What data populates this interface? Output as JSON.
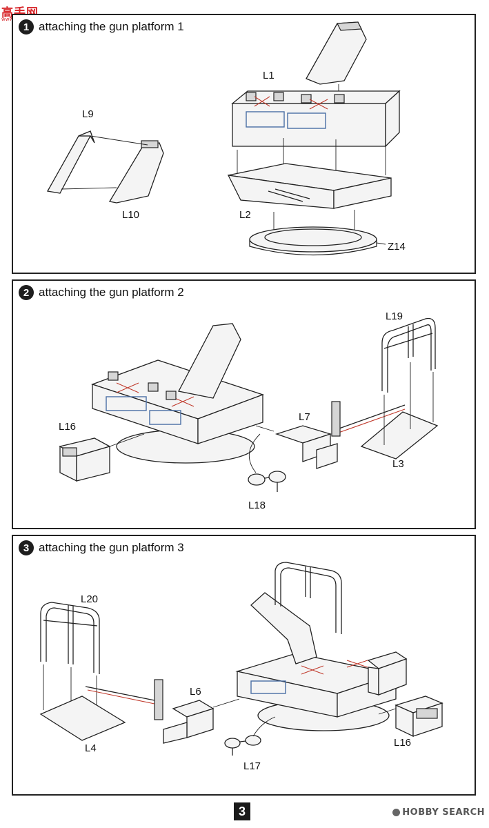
{
  "header": {
    "logo_text": "高手网",
    "logo_url": "www.hobbyshoper.com"
  },
  "steps": [
    {
      "number": "1",
      "title": "attaching the gun platform 1",
      "labels": {
        "a": "L1",
        "b": "L9",
        "c": "L10",
        "d": "L2",
        "e": "Z14"
      }
    },
    {
      "number": "2",
      "title": "attaching the gun platform 2",
      "labels": {
        "a": "L19",
        "b": "L16",
        "c": "L7",
        "d": "L3",
        "e": "L18"
      }
    },
    {
      "number": "3",
      "title": "attaching the gun platform 3",
      "labels": {
        "a": "L20",
        "b": "L6",
        "c": "L4",
        "d": "L16",
        "e": "L17"
      }
    }
  ],
  "footer": {
    "page_number": "3",
    "watermark": "HOBBY SEARCH"
  }
}
